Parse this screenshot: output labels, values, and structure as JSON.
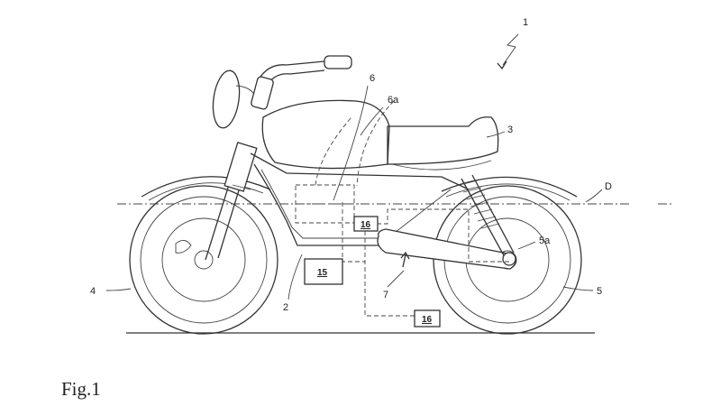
{
  "figure": {
    "caption": "Fig.1",
    "ref_labels": {
      "motorcycle": "1",
      "frame": "2",
      "seat": "3",
      "front_wheel": "4",
      "rear_wheel": "5",
      "rear_axle": "5a",
      "engine": "6",
      "engine_center": "6a",
      "swing_arm": "7",
      "control_unit": "15",
      "sensor_upper": "16",
      "sensor_lower": "16",
      "reference_line": "D"
    }
  }
}
